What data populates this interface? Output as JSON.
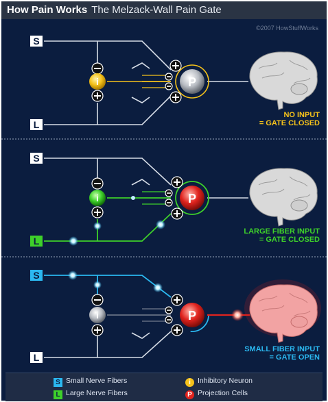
{
  "header": {
    "title": "How Pain Works",
    "subtitle": "The Melzack-Wall Pain Gate"
  },
  "copyright": "©2007 HowStuffWorks",
  "labels": {
    "small": "S",
    "large": "L",
    "inhibitory": "i",
    "projection": "P"
  },
  "panels": [
    {
      "caption_line1": "NO INPUT",
      "caption_line2": "= GATE CLOSED",
      "caption_color": "#f5c21b"
    },
    {
      "caption_line1": "LARGE FIBER INPUT",
      "caption_line2": "= GATE CLOSED",
      "caption_color": "#3ed12a"
    },
    {
      "caption_line1": "SMALL FIBER INPUT",
      "caption_line2": "= GATE OPEN",
      "caption_color": "#2bb8f0"
    }
  ],
  "legend": {
    "small_fibers": "Small Nerve Fibers",
    "large_fibers": "Large Nerve Fibers",
    "inhibitory_neuron": "Inhibitory Neuron",
    "projection_cells": "Projection Cells"
  },
  "colors": {
    "background": "#0b1d3f",
    "inactive_fiber": "#d6dce6",
    "small_fiber_active": "#2bb8f0",
    "large_fiber_active": "#3ed12a",
    "inhibitory_neuron": "#f5c21b",
    "projection_cell": "#e0231e",
    "brain": "#d7d7d7",
    "brain_pain": "#f2a3a3"
  }
}
